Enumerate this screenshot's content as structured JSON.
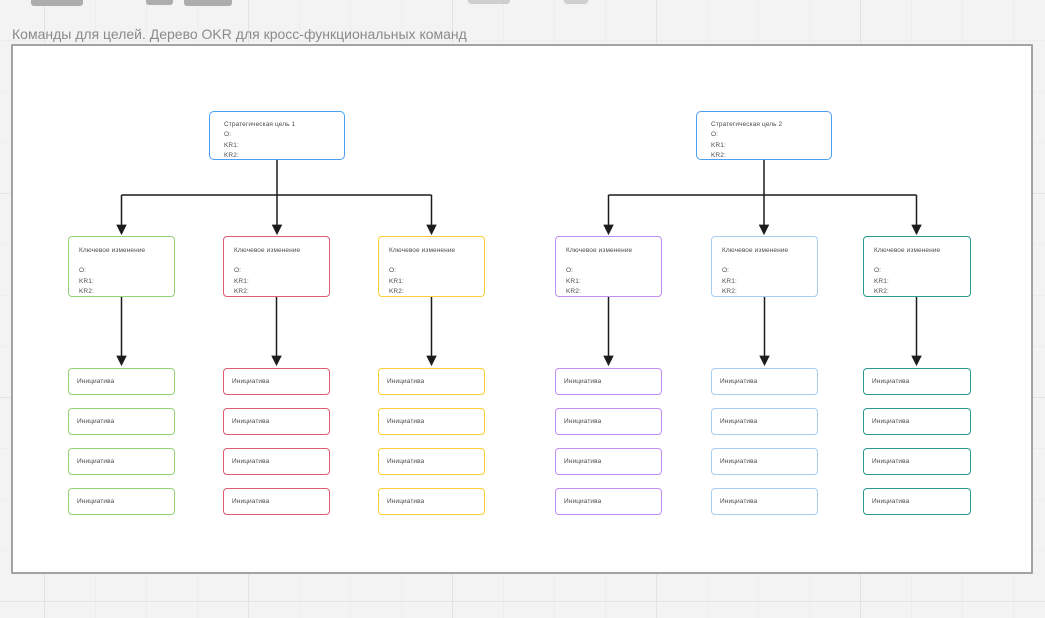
{
  "board": {
    "title": "Команды для целей. Дерево OKR для кросс-функциональных команд"
  },
  "colors": {
    "goal_blue": "#4b9ff2",
    "green": "#93d377",
    "red": "#df5b75",
    "yellow": "#fbcf35",
    "purple": "#bf8ef2",
    "light_blue": "#a7cdf0",
    "teal": "#2b998f",
    "connector": "#1c1c1c"
  },
  "trees": [
    {
      "goal": {
        "title": "Стратегическая цель 1",
        "o": "O:",
        "kr1": "KR1:",
        "kr2": "KR2:",
        "color": "#4b9ff2"
      },
      "columns": [
        {
          "id": "green",
          "color": "#93d377",
          "key_change": {
            "title": "Ключевое изменение",
            "o": "O:",
            "kr1": "KR1:",
            "kr2": "KR2:"
          },
          "initiatives": [
            "Инициатива",
            "Инициатива",
            "Инициатива",
            "Инициатива"
          ]
        },
        {
          "id": "red",
          "color": "#df5b75",
          "key_change": {
            "title": "Ключевое изменение",
            "o": "O:",
            "kr1": "KR1:",
            "kr2": "KR2:"
          },
          "initiatives": [
            "Инициатива",
            "Инициатива",
            "Инициатива",
            "Инициатива"
          ]
        },
        {
          "id": "yellow",
          "color": "#fbcf35",
          "key_change": {
            "title": "Ключевое изменение",
            "o": "O:",
            "kr1": "KR1:",
            "kr2": "KR2:"
          },
          "initiatives": [
            "Инициатива",
            "Инициатива",
            "Инициатива",
            "Инициатива"
          ]
        }
      ]
    },
    {
      "goal": {
        "title": "Стратегическая цель 2",
        "o": "O:",
        "kr1": "KR1:",
        "kr2": "KR2:",
        "color": "#4b9ff2"
      },
      "columns": [
        {
          "id": "purple",
          "color": "#bf8ef2",
          "key_change": {
            "title": "Ключевое изменение",
            "o": "O:",
            "kr1": "KR1:",
            "kr2": "KR2:"
          },
          "initiatives": [
            "Инициатива",
            "Инициатива",
            "Инициатива",
            "Инициатива"
          ]
        },
        {
          "id": "light-blue",
          "color": "#a7cdf0",
          "key_change": {
            "title": "Ключевое изменение",
            "o": "O:",
            "kr1": "KR1:",
            "kr2": "KR2:"
          },
          "initiatives": [
            "Инициатива",
            "Инициатива",
            "Инициатива",
            "Инициатива"
          ]
        },
        {
          "id": "teal",
          "color": "#2b998f",
          "key_change": {
            "title": "Ключевое изменение",
            "o": "O:",
            "kr1": "KR1:",
            "kr2": "KR2:"
          },
          "initiatives": [
            "Инициатива",
            "Инициатива",
            "Инициатива",
            "Инициатива"
          ]
        }
      ]
    }
  ]
}
